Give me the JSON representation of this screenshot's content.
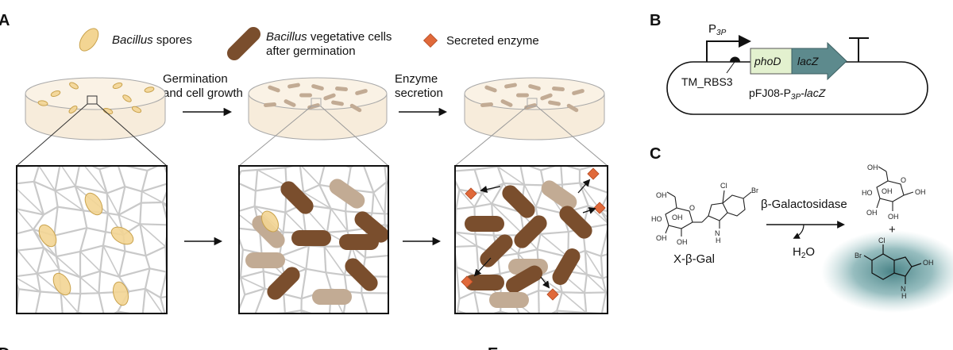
{
  "panels": {
    "a": "A",
    "b": "B",
    "c": "C",
    "d": "D",
    "e": "E"
  },
  "legend": {
    "spores_italic": "Bacillus",
    "spores_rest": " spores",
    "veg_italic": "Bacillus",
    "veg_rest": " vegetative cells",
    "veg_line2": "after germination",
    "enzyme": "Secreted enzyme"
  },
  "steps": {
    "germination_line1": "Germination",
    "germination_line2": "and cell growth",
    "secretion_line1": "Enzyme",
    "secretion_line2": "secretion"
  },
  "construct": {
    "promoter_main": "P",
    "promoter_sub": "3P",
    "rbs": "TM_RBS3",
    "gene1": "phoD",
    "gene2": "lacZ",
    "plasmid_main": "pFJ08-P",
    "plasmid_sub": "3P",
    "plasmid_gene": "-lacZ"
  },
  "reaction": {
    "substrate": "X-β-Gal",
    "enzyme": "β-Galactosidase",
    "water": "H",
    "water_sub": "2",
    "water_end": "O",
    "plus": "+",
    "atoms": {
      "oh": "OH",
      "ho": "HO",
      "cl": "Cl",
      "br": "Br",
      "o": "O",
      "nh_n": "N",
      "nh_h": "H"
    }
  },
  "colors": {
    "spore": "#f3d593",
    "spore_stroke": "#c9a24c",
    "cell": "#7a4e2d",
    "cell_light": "#c2ab94",
    "enzyme": "#e0693a",
    "dish": "#f7ecdb",
    "dish_stroke": "#a9a9a9",
    "network": "#c9c9c9",
    "promoter_region": "#e3f1cf",
    "lacz_arrow": "#5d8a8d",
    "product_glow": "#3f7c80"
  }
}
